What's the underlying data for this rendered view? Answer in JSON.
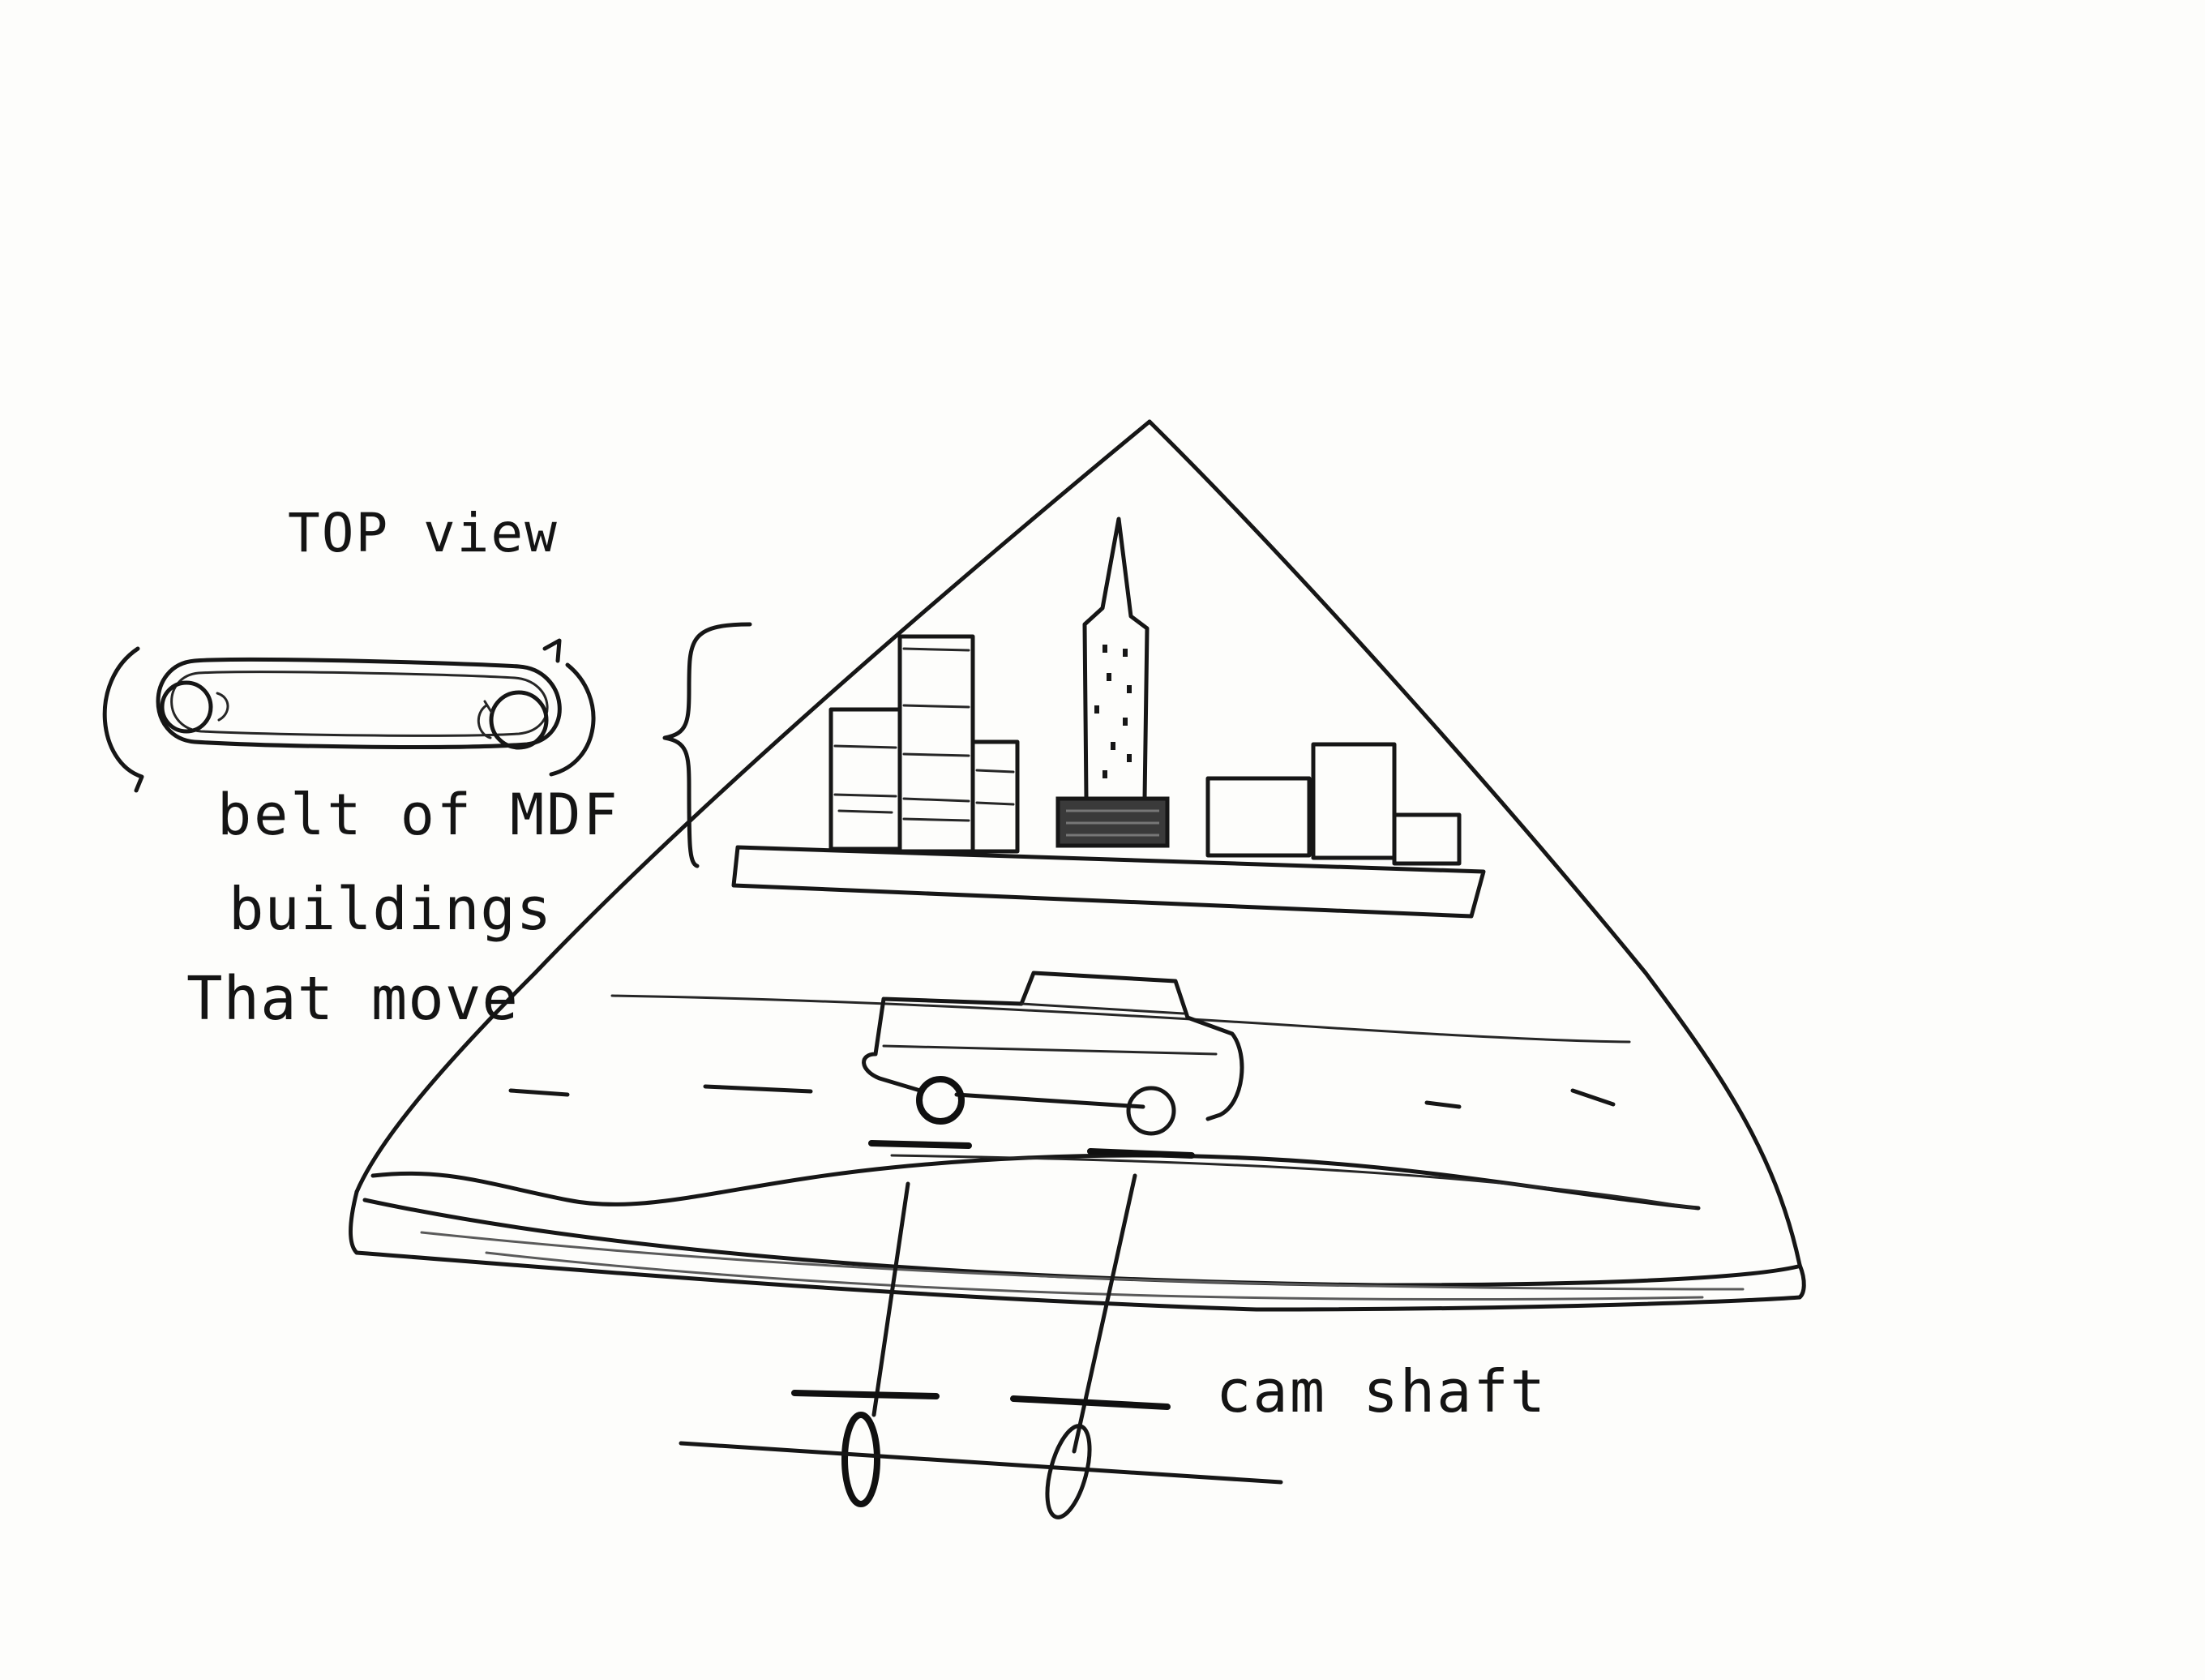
{
  "labels": {
    "top_view": "TOP view",
    "belt_line1": "belt of MDF",
    "belt_line2": "buildings",
    "belt_line3": "That move",
    "cam_shaft": "cam shaft"
  },
  "colors": {
    "paper": "#fdfdfb",
    "ink": "#161616"
  }
}
